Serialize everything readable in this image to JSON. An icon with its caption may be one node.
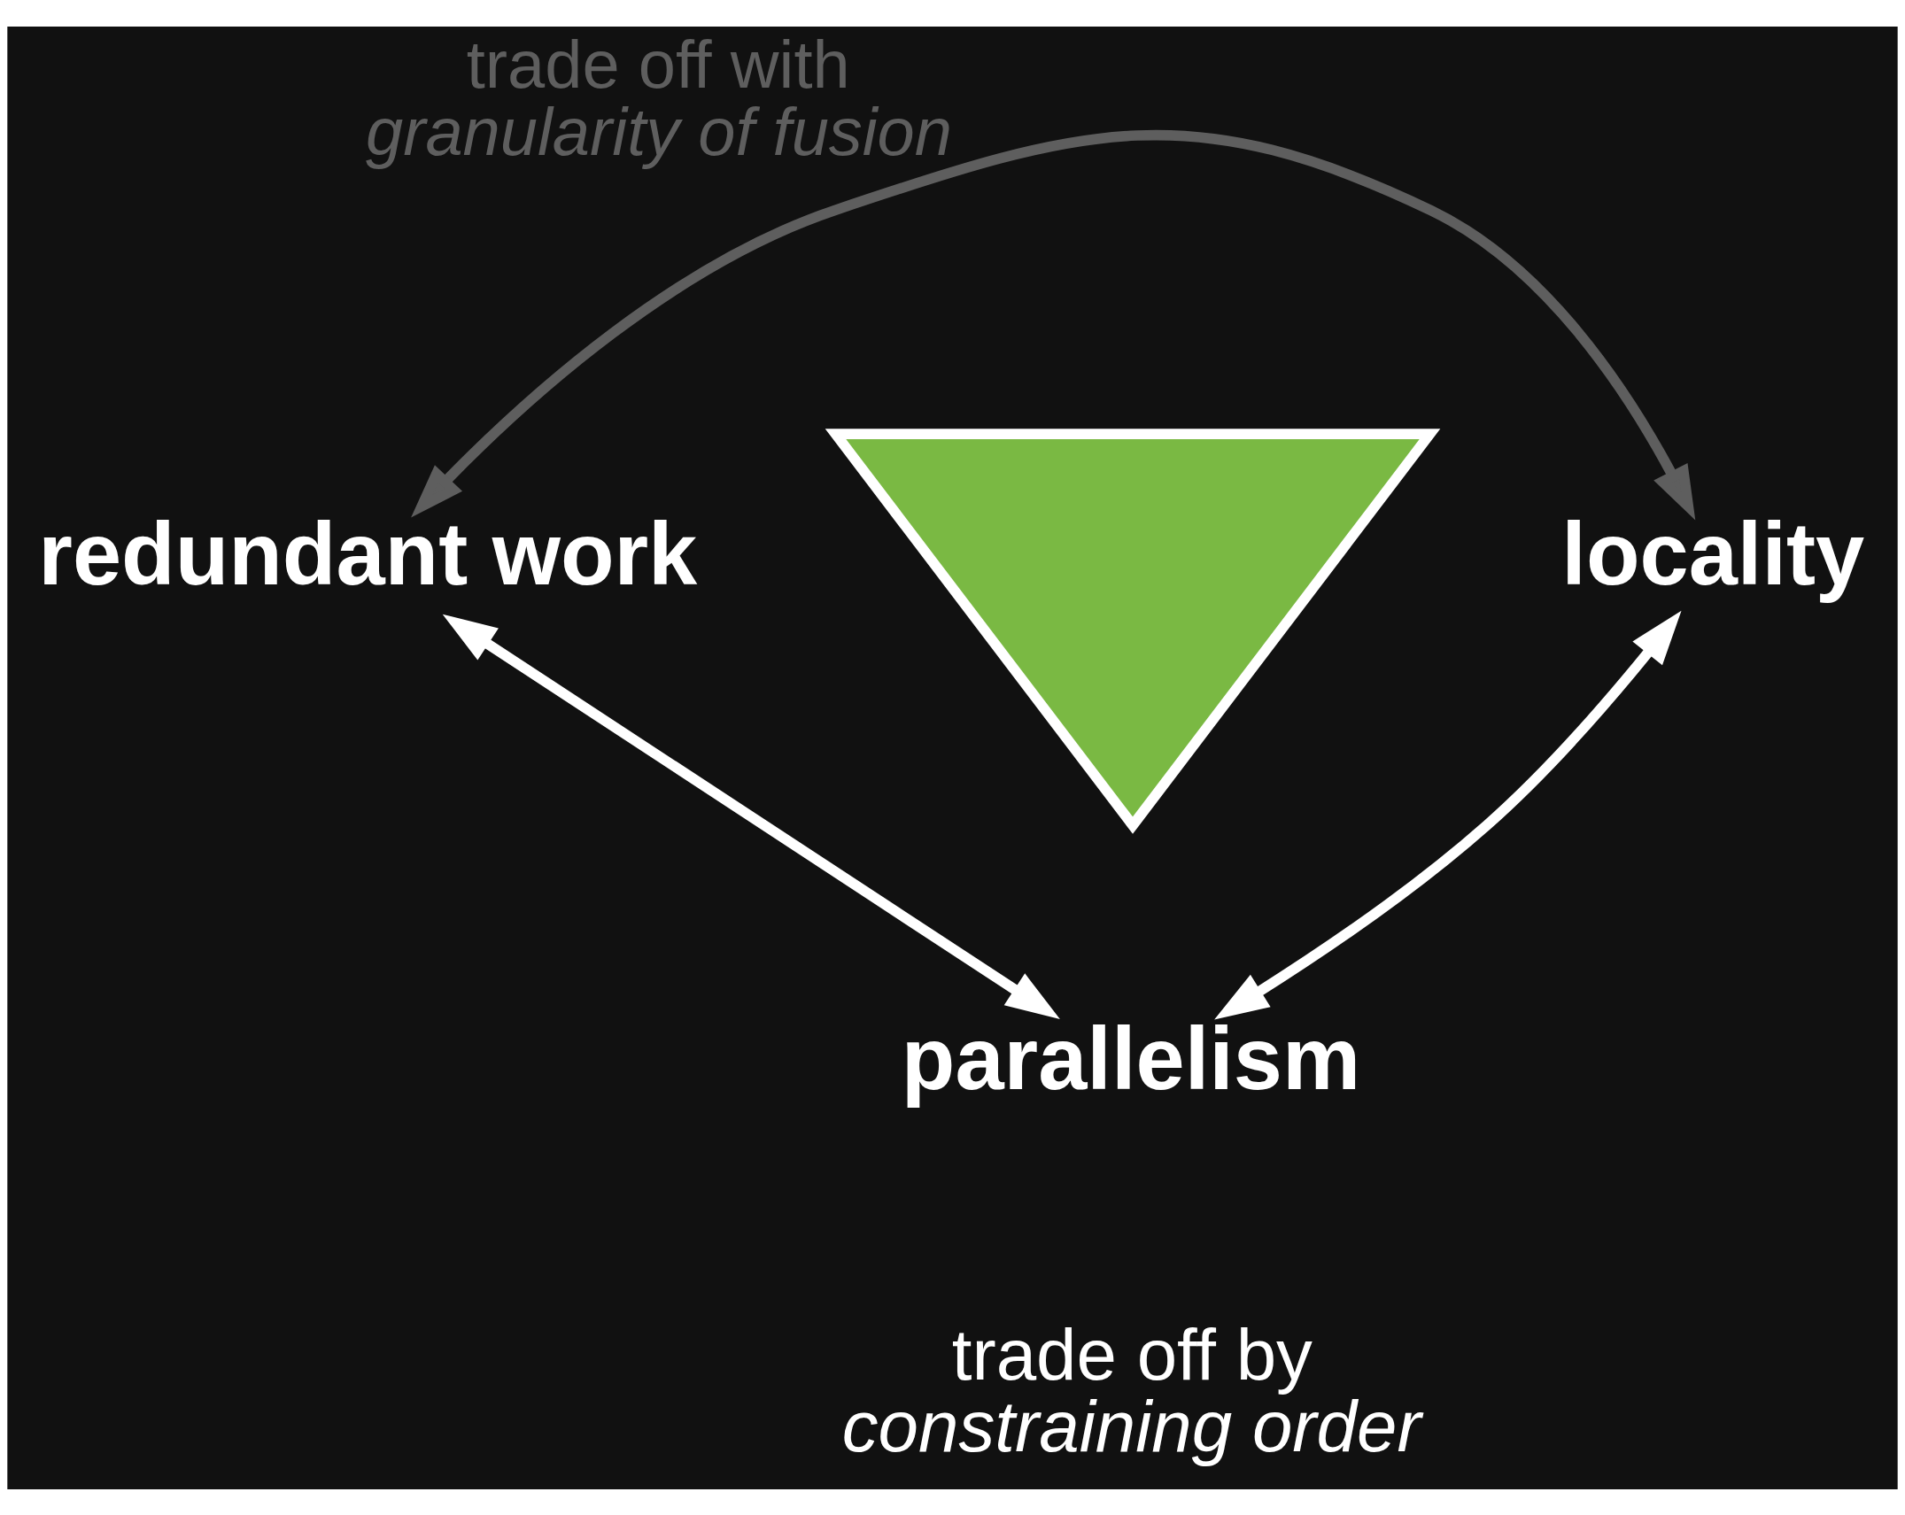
{
  "diagram": {
    "nodes": [
      {
        "text": [
          "redundant work"
        ]
      },
      {
        "text": [],
        "shape": "triangle"
      },
      {
        "text": [
          "locality"
        ]
      },
      {
        "text": [
          "parallelism"
        ]
      }
    ],
    "edges": [
      {
        "from": 0,
        "to": 2,
        "arrow": "both",
        "label": "trade off with *granularity of fusion*",
        "color": "#5e5e5e"
      },
      {
        "from": 0,
        "to": 3,
        "arrow": "both"
      },
      {
        "from": 2,
        "to": 3,
        "arrow": "both"
      }
    ],
    "labels": [
      "trade off by *constraining order*"
    ]
  }
}
